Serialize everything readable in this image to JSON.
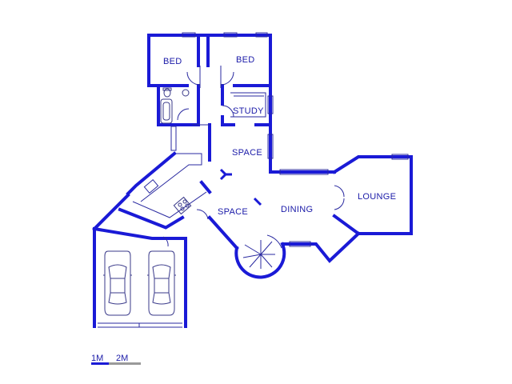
{
  "colors": {
    "wall": "#1a1ad6",
    "line": "#2a2aa0",
    "fixture": "#3a3a8a",
    "background": "#ffffff",
    "scale_bar": "#1a1ad6",
    "scale_bar_alt": "#9a9a9a"
  },
  "rooms": {
    "bed_left": "BED",
    "bed_right": "BED",
    "study": "STUDY",
    "space_upper": "SPACE",
    "space_lower": "SPACE",
    "dining": "DINING",
    "lounge": "LOUNGE"
  },
  "garage": {
    "cars": [
      "car-1",
      "car-2"
    ]
  },
  "scale": {
    "label_1": "1M",
    "label_2": "2M"
  }
}
